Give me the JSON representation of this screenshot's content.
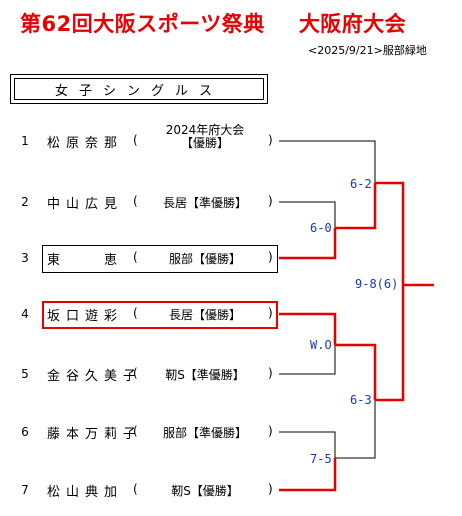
{
  "header": {
    "title": "第62回大阪スポーツ祭典",
    "venue": "大阪府大会",
    "date_location": "<2025/9/21>服部緑地"
  },
  "event": {
    "name": "女子シングルス"
  },
  "players": [
    {
      "seed": "1",
      "name": "松原奈那",
      "affiliation": "2024年府大会",
      "affiliation_line2": "【優勝】"
    },
    {
      "seed": "2",
      "name": "中山広見",
      "affiliation": "長居【準優勝】"
    },
    {
      "seed": "3",
      "name": "東　　恵",
      "affiliation": "服部【優勝】"
    },
    {
      "seed": "4",
      "name": "坂口遊彩",
      "affiliation": "長居【優勝】"
    },
    {
      "seed": "5",
      "name": "金谷久美子",
      "affiliation": "靭S【準優勝】"
    },
    {
      "seed": "6",
      "name": "藤本万莉子",
      "affiliation": "服部【準優勝】"
    },
    {
      "seed": "7",
      "name": "松山典加",
      "affiliation": "靭S【優勝】"
    }
  ],
  "paren_open": "(",
  "paren_close": ")",
  "scores": {
    "r1_2v3": "6-0",
    "r1_4v5": "W.O",
    "r1_6v7": "7-5",
    "sf_1v23": "6-2",
    "sf_45v67": "6-3",
    "final": "9-8(6)"
  },
  "colors": {
    "title": "#e60000",
    "winner_line": "#e60000",
    "score_text": "#1a3aa8",
    "bracket_line": "#000000"
  }
}
